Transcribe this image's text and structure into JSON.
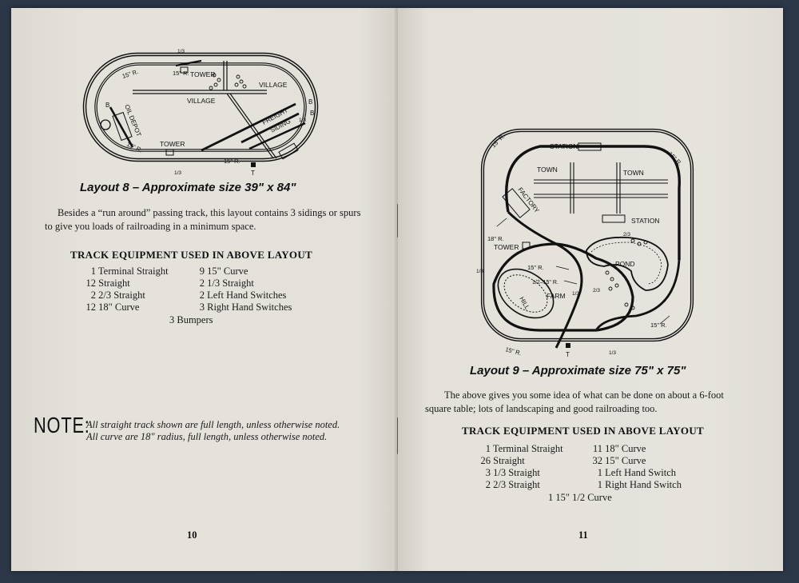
{
  "left_page": {
    "diagram": {
      "labels": {
        "tower_top": "TOWER",
        "village_right": "VILLAGE",
        "village_left": "VILLAGE",
        "oil_depot": "OIL DEPOT",
        "tower_bottom": "TOWER",
        "freight_siding_1": "FREIGHT",
        "freight_siding_2": "SIDING",
        "radius_top_left": "15\" R.",
        "radius_top_mid": "15\" R.",
        "radius_bottom_left": "15\" R.",
        "radius_bottom_mid": "15\" R.",
        "frac_top": "1/3",
        "frac_bottom": "1/3",
        "frac_right": "1/3",
        "bumper_left": "B",
        "bumper_right_1": "B",
        "bumper_right_2": "B",
        "terminal": "T"
      }
    },
    "caption": "Layout 8 – Approximate size 39\" x 84\"",
    "description": "Besides a “run around” passing track, this layout contains 3 sidings or spurs to give you loads of railroading in a minimum space.",
    "equipment_heading": "TRACK EQUIPMENT USED IN ABOVE LAYOUT",
    "equipment_col1": [
      {
        "qty": "1",
        "item": "Terminal Straight"
      },
      {
        "qty": "12",
        "item": "Straight"
      },
      {
        "qty": "2",
        "item": "2/3 Straight"
      },
      {
        "qty": "12",
        "item": "18\" Curve"
      }
    ],
    "equipment_col2": [
      {
        "qty": "9",
        "item": "15\" Curve"
      },
      {
        "qty": "2",
        "item": "1/3 Straight"
      },
      {
        "qty": "2",
        "item": "Left Hand Switches"
      },
      {
        "qty": "3",
        "item": "Right Hand Switches"
      }
    ],
    "equipment_extra": "3 Bumpers",
    "note_word": "NOTE:",
    "note_line1": "All straight track shown are full length, unless otherwise noted.",
    "note_line2": "All curve are 18\" radius, full length, unless otherwise noted.",
    "page_number": "10"
  },
  "right_page": {
    "diagram": {
      "labels": {
        "station_top": "STATION",
        "town_left": "TOWN",
        "town_right": "TOWN",
        "factory": "FACTORY",
        "station_mid": "STATION",
        "radius_18": "18\" R.",
        "tower": "TOWER",
        "pond": "POND",
        "farm": "FARM",
        "hill": "HILL",
        "radius_15_mid": "15\" R.",
        "half_radius": "1/2–15\" R.",
        "radius_top_left": "15\" R.",
        "radius_top_right": "15\" R.",
        "radius_bottom_left": "15\" R.",
        "radius_bottom_right": "15\" R.",
        "frac_left": "1/3",
        "frac_farm": "1/3",
        "frac_pond_left": "2/3",
        "frac_pond_top": "2/3",
        "frac_bottom": "1/3",
        "terminal": "T"
      }
    },
    "caption": "Layout 9 – Approximate size 75\" x 75\"",
    "description": "The above gives you some idea of what can be done on about a 6-foot square table; lots of landscaping and good railroading too.",
    "equipment_heading": "TRACK EQUIPMENT USED IN ABOVE LAYOUT",
    "equipment_col1": [
      {
        "qty": "1",
        "item": "Terminal Straight"
      },
      {
        "qty": "26",
        "item": "Straight"
      },
      {
        "qty": "3",
        "item": "1/3 Straight"
      },
      {
        "qty": "2",
        "item": "2/3 Straight"
      }
    ],
    "equipment_col2": [
      {
        "qty": "11",
        "item": "18\" Curve"
      },
      {
        "qty": "32",
        "item": "15\" Curve"
      },
      {
        "qty": "1",
        "item": "Left Hand Switch"
      },
      {
        "qty": "1",
        "item": "Right Hand Switch"
      }
    ],
    "equipment_extra": "1 15\" 1/2 Curve",
    "page_number": "11"
  }
}
